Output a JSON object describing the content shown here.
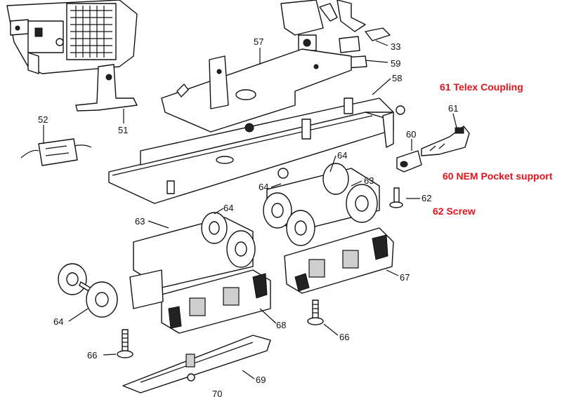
{
  "part_labels": {
    "p57": "57",
    "p33": "33",
    "p59": "59",
    "p58": "58",
    "p51": "51",
    "p52": "52",
    "p61": "61",
    "p60": "60",
    "p64a": "64",
    "p63a": "63",
    "p64b": "64",
    "p62": "62",
    "p64c": "64",
    "p63b": "63",
    "p67": "67",
    "p64d": "64",
    "p68": "68",
    "p66a": "66",
    "p66b": "66",
    "p69": "69",
    "p70": "70"
  },
  "annotations": {
    "telex": "61 Telex Coupling",
    "nem": "60 NEM Pocket support",
    "screw": "62 Screw"
  },
  "colors": {
    "annotation": "#e0141b",
    "line": "#111111"
  }
}
